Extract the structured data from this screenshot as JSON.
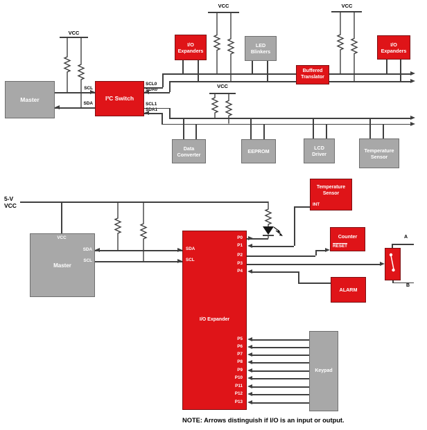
{
  "diagram1": {
    "vcc_master": "VCC",
    "vcc_bus0_left": "VCC",
    "vcc_bus0_right": "VCC",
    "vcc_bus1": "VCC",
    "master": "Master",
    "i2c_switch": "I²C Switch",
    "scl": "SCL",
    "sda": "SDA",
    "scl0": "SCL0",
    "sda0": "SDA0",
    "scl1": "SCL1",
    "sda1": "SDA1",
    "io_expanders_left": "I/O Expanders",
    "led_blinkers": "LED Blinkers",
    "buffered_translator": "Buffered Translator",
    "io_expanders_right": "I/O Expanders",
    "data_converter": "Data Converter",
    "eeprom": "EEPROM",
    "lcd_driver": "LCD Driver",
    "temperature_sensor": "Temperature Sensor"
  },
  "diagram2": {
    "supply_line1": "5-V",
    "supply_line2": "VCC",
    "master": "Master",
    "master_pin_vcc": "VCC",
    "master_pin_sda": "SDA",
    "master_pin_scl": "SCL",
    "expander": "I/O Expander",
    "expander_pin_sda": "SDA",
    "expander_pin_scl": "SCL",
    "pins": [
      "P0",
      "P1",
      "P2",
      "P3",
      "P4",
      "P5",
      "P6",
      "P7",
      "P8",
      "P9",
      "P10",
      "P11",
      "P12",
      "P13"
    ],
    "temperature_sensor": "Temperature Sensor",
    "int_pin": "INT",
    "counter": "Counter",
    "reset_pin": "RESET",
    "alarm": "ALARM",
    "keypad": "Keypad",
    "terminal_a": "A",
    "terminal_b": "B",
    "note": "NOTE: Arrows distinguish if I/O is an input or output."
  },
  "colors": {
    "block_red": "#df1418",
    "block_gray": "#a8a8a8",
    "wire": "#3f3f3f"
  }
}
